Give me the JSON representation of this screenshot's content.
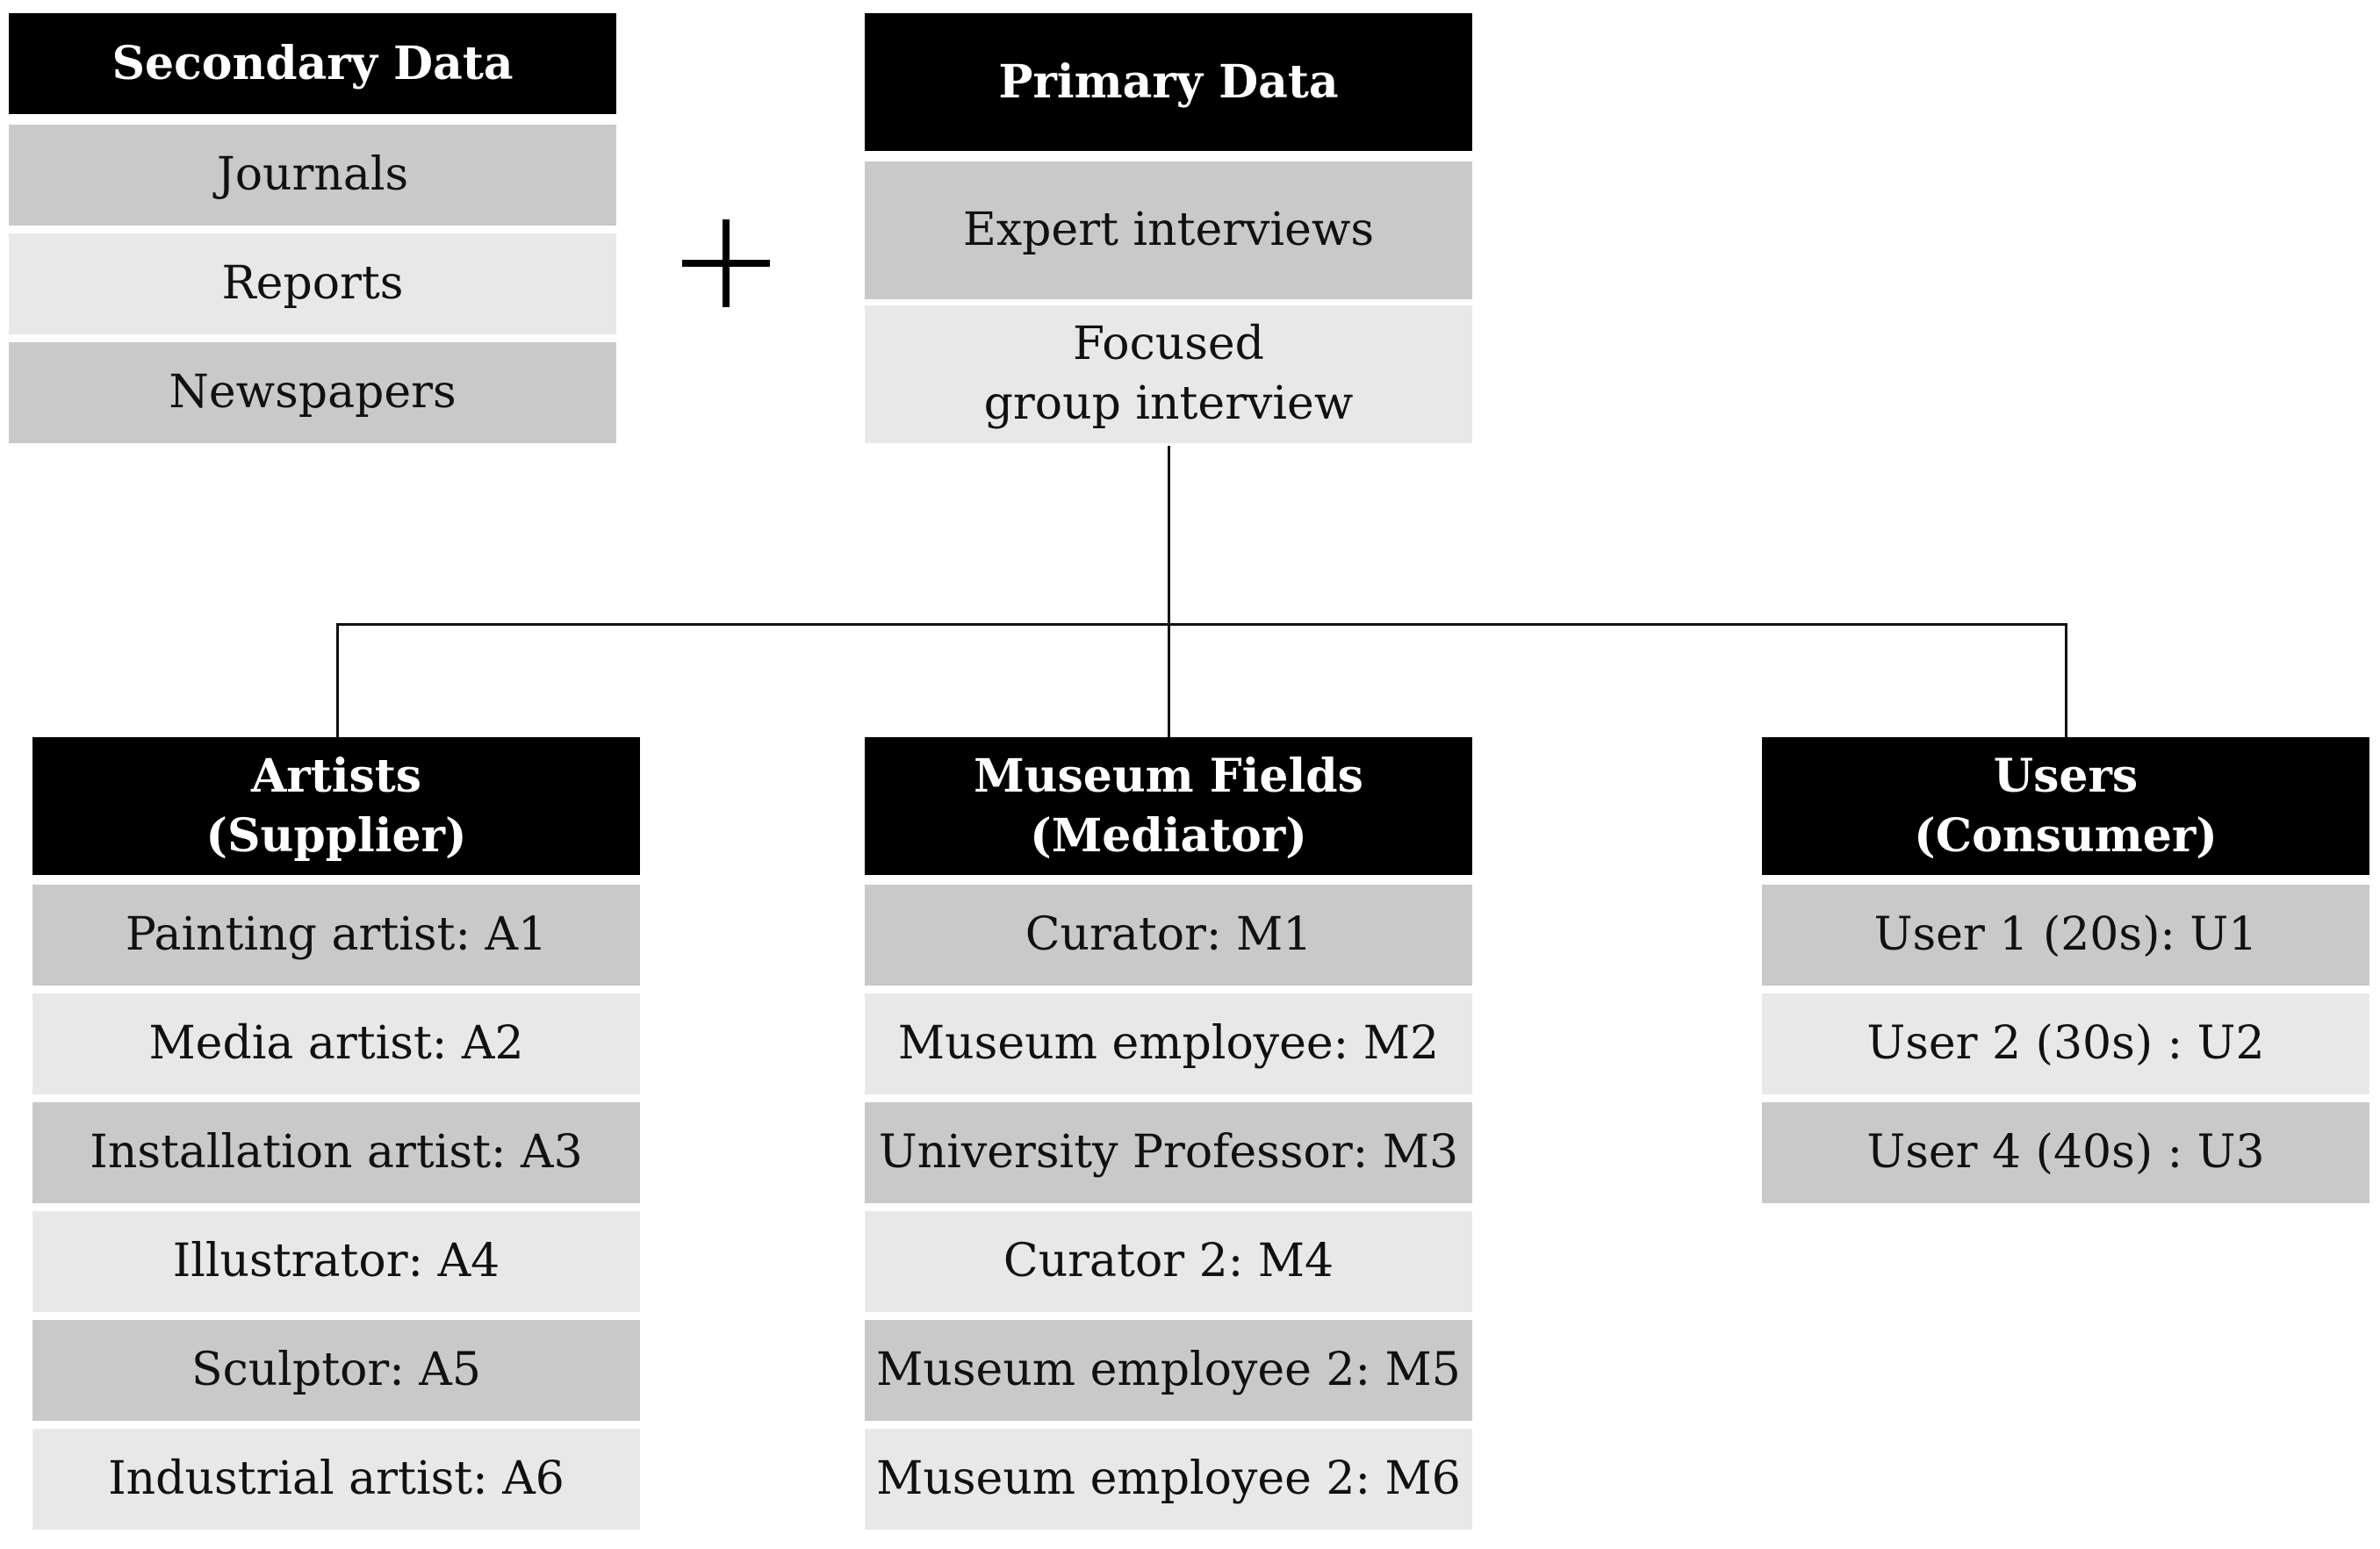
{
  "secondary": {
    "title": "Secondary Data",
    "items": [
      "Journals",
      "Reports",
      "Newspapers"
    ]
  },
  "primary": {
    "title": "Primary Data",
    "items": [
      "Expert interviews",
      "Focused\ngroup interview"
    ]
  },
  "plus_symbol": "+",
  "groups": [
    {
      "title": "Artists\n(Supplier)",
      "items": [
        "Painting artist: A1",
        "Media artist: A2",
        "Installation artist: A3",
        "Illustrator: A4",
        "Sculptor: A5",
        "Industrial artist: A6"
      ]
    },
    {
      "title": "Museum Fields\n(Mediator)",
      "items": [
        "Curator: M1",
        "Museum employee: M2",
        "University Professor: M3",
        "Curator 2: M4",
        "Museum employee 2: M5",
        "Museum employee 2: M6"
      ]
    },
    {
      "title": "Users\n(Consumer)",
      "items": [
        "User 1 (20s): U1",
        "User 2 (30s) : U2",
        "User 4 (40s) : U3"
      ]
    }
  ]
}
